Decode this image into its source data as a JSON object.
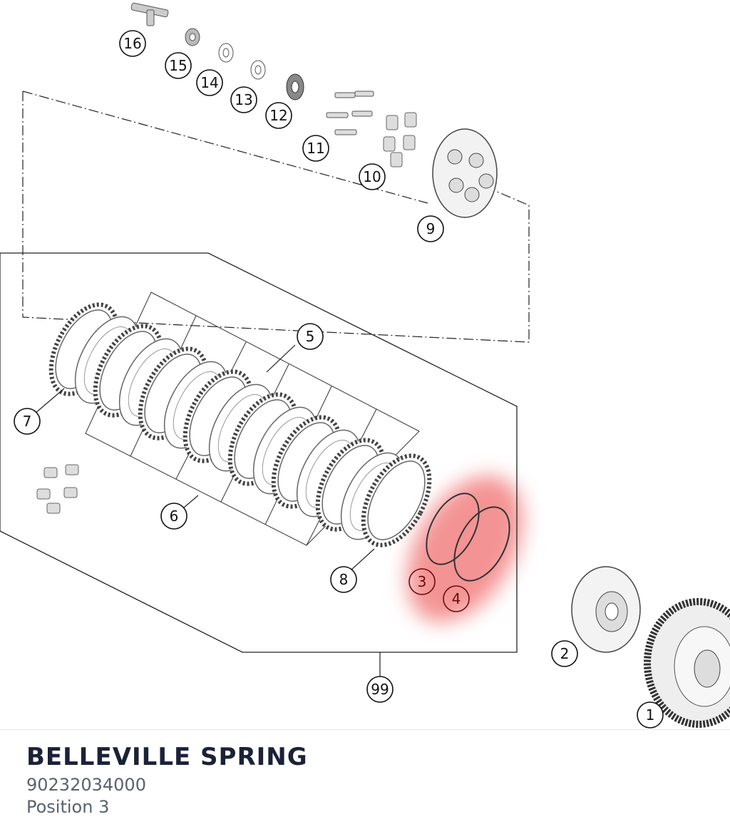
{
  "diagram": {
    "callouts": [
      {
        "id": "c1",
        "label": "1",
        "highlighted": false
      },
      {
        "id": "c2",
        "label": "2",
        "highlighted": false
      },
      {
        "id": "c3",
        "label": "3",
        "highlighted": true
      },
      {
        "id": "c4",
        "label": "4",
        "highlighted": true
      },
      {
        "id": "c5",
        "label": "5",
        "highlighted": false
      },
      {
        "id": "c6",
        "label": "6",
        "highlighted": false
      },
      {
        "id": "c7",
        "label": "7",
        "highlighted": false
      },
      {
        "id": "c8",
        "label": "8",
        "highlighted": false
      },
      {
        "id": "c9",
        "label": "9",
        "highlighted": false
      },
      {
        "id": "c10",
        "label": "10",
        "highlighted": false
      },
      {
        "id": "c11",
        "label": "11",
        "highlighted": false
      },
      {
        "id": "c12",
        "label": "12",
        "highlighted": false
      },
      {
        "id": "c13",
        "label": "13",
        "highlighted": false
      },
      {
        "id": "c14",
        "label": "14",
        "highlighted": false
      },
      {
        "id": "c15",
        "label": "15",
        "highlighted": false
      },
      {
        "id": "c16",
        "label": "16",
        "highlighted": false
      },
      {
        "id": "c99",
        "label": "99",
        "highlighted": false
      }
    ],
    "highlight_color": "#f07070"
  },
  "part": {
    "name": "BELLEVILLE SPRING",
    "number": "90232034000",
    "position": "Position 3"
  }
}
